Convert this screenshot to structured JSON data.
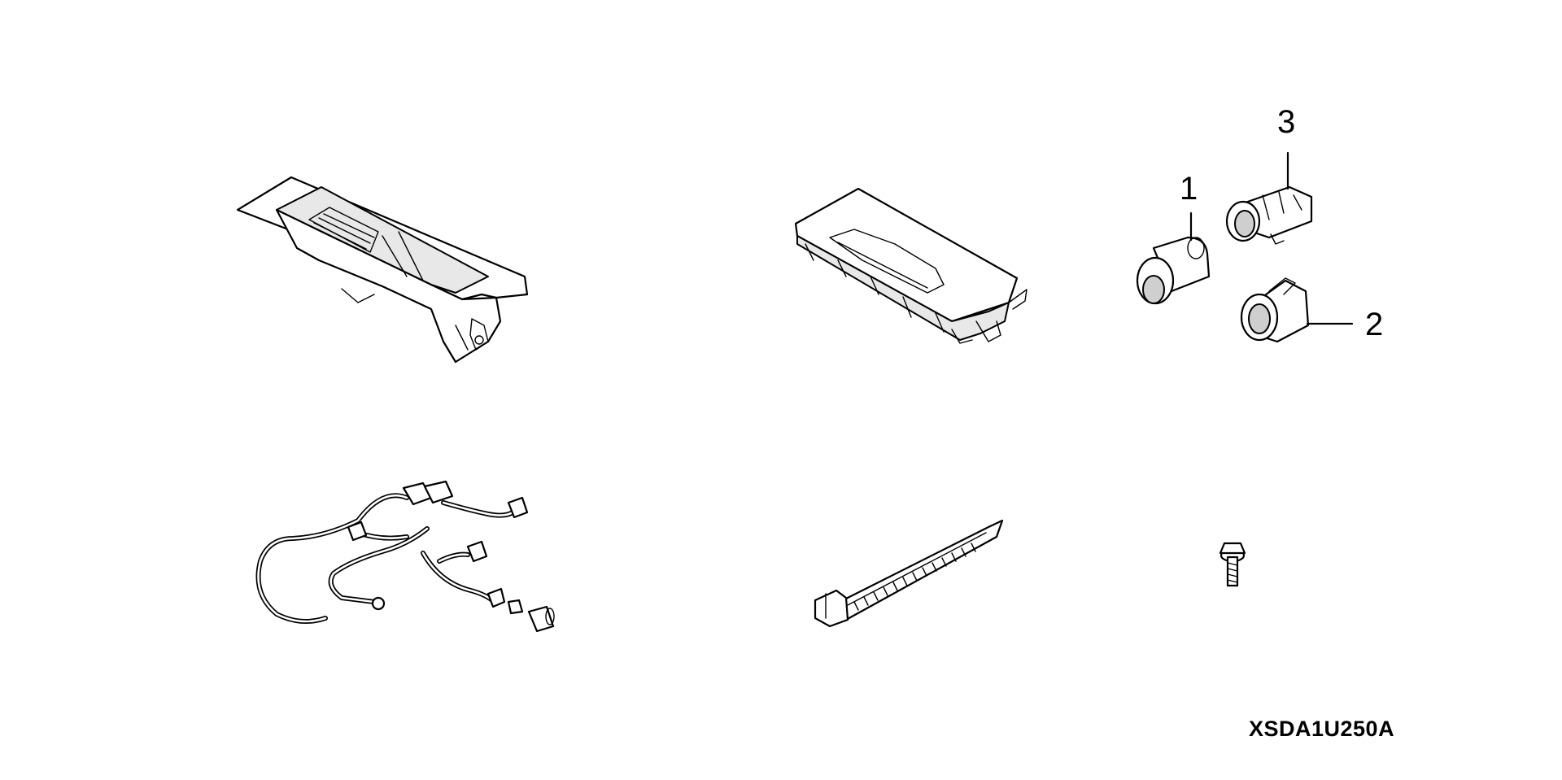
{
  "diagram": {
    "callouts": [
      {
        "id": "1",
        "label": "1"
      },
      {
        "id": "2",
        "label": "2"
      },
      {
        "id": "3",
        "label": "3"
      }
    ],
    "diagram_code": "XSDA1U250A"
  }
}
